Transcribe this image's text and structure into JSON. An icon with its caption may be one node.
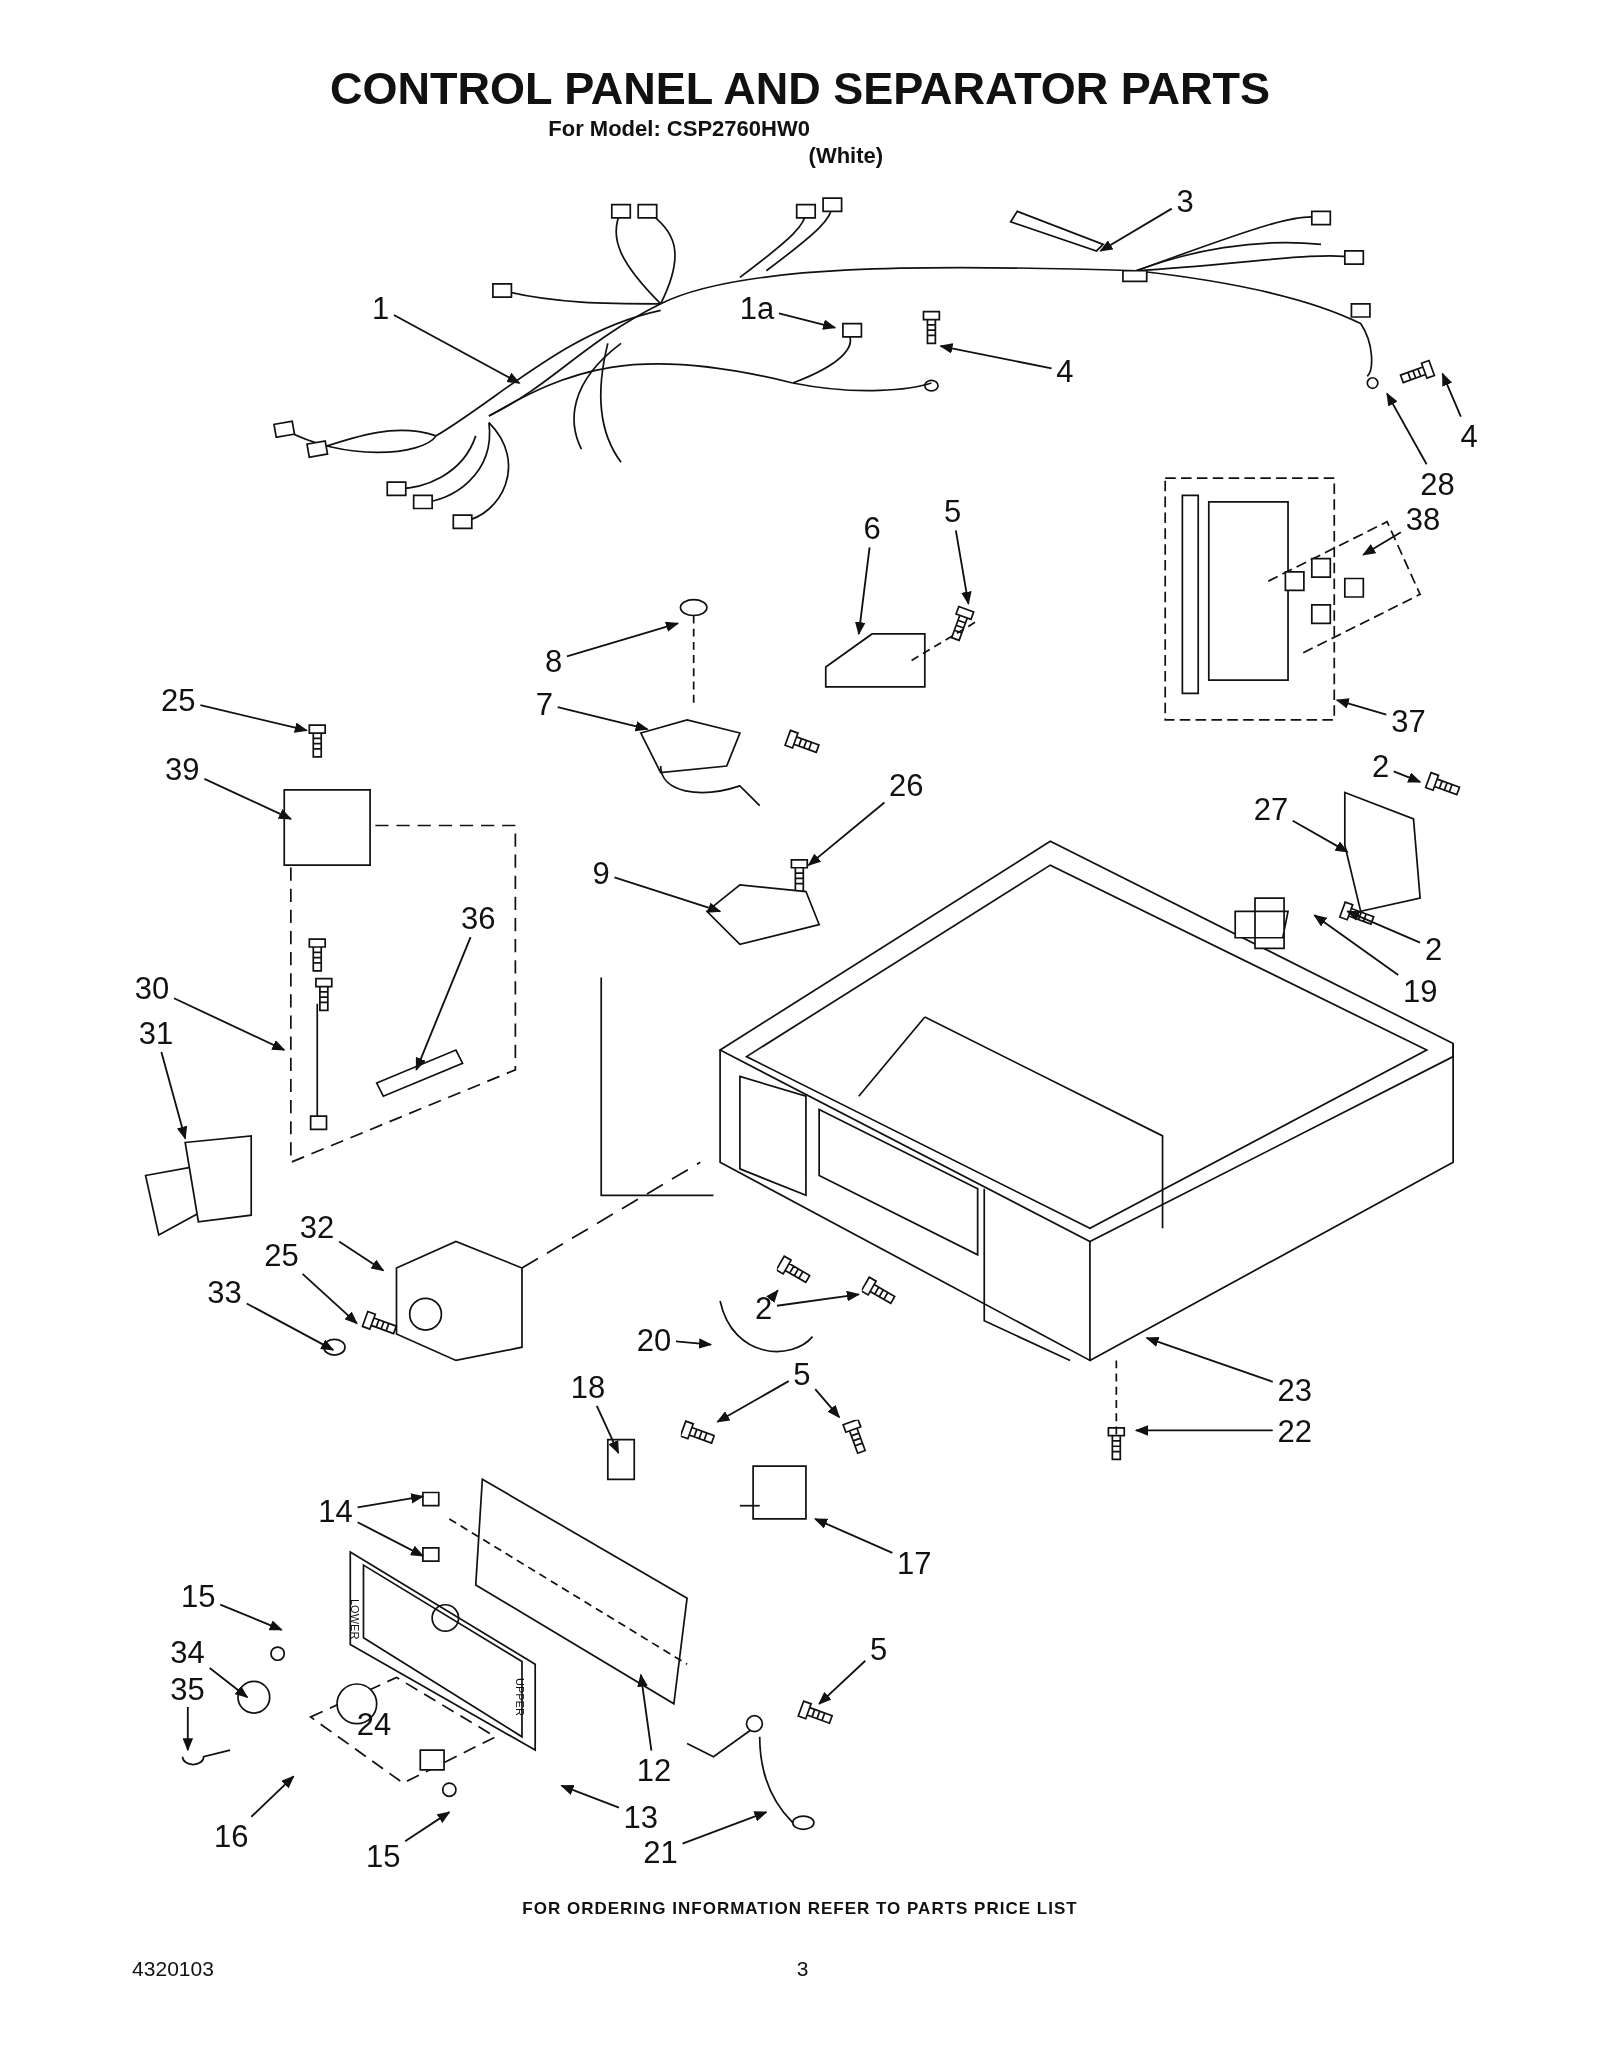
{
  "diagram": {
    "title": "CONTROL PANEL AND SEPARATOR PARTS",
    "nodes": [
      {
        "text": [
          "1"
        ]
      },
      {
        "text": [
          "3"
        ]
      },
      {
        "text": [
          "1a"
        ]
      },
      {
        "text": [
          "4"
        ]
      },
      {
        "text": [
          "4"
        ]
      },
      {
        "text": [
          "28"
        ]
      },
      {
        "text": [
          "5"
        ]
      },
      {
        "text": [
          "38"
        ]
      },
      {
        "text": [
          "6"
        ]
      },
      {
        "text": [
          "8"
        ]
      },
      {
        "text": [
          "25"
        ]
      },
      {
        "text": [
          "7"
        ]
      },
      {
        "text": [
          "37"
        ]
      },
      {
        "text": [
          "2"
        ]
      },
      {
        "text": [
          "39"
        ]
      },
      {
        "text": [
          "26"
        ]
      },
      {
        "text": [
          "27"
        ]
      },
      {
        "text": [
          "9"
        ]
      },
      {
        "text": [
          "36"
        ]
      },
      {
        "text": [
          "2"
        ]
      },
      {
        "text": [
          "30"
        ]
      },
      {
        "text": [
          "19"
        ]
      },
      {
        "text": [
          "31"
        ]
      },
      {
        "text": [
          "32"
        ]
      },
      {
        "text": [
          "25"
        ]
      },
      {
        "text": [
          "33"
        ]
      },
      {
        "text": [
          "2"
        ]
      },
      {
        "text": [
          "20"
        ]
      },
      {
        "text": [
          "5"
        ]
      },
      {
        "text": [
          "23"
        ]
      },
      {
        "text": [
          "18"
        ]
      },
      {
        "text": [
          "22"
        ]
      },
      {
        "text": [
          "14"
        ]
      },
      {
        "text": [
          "17"
        ]
      },
      {
        "text": [
          "15"
        ]
      },
      {
        "text": [
          "34"
        ]
      },
      {
        "text": [
          "5"
        ]
      },
      {
        "text": [
          "35"
        ]
      },
      {
        "text": [
          "24"
        ]
      },
      {
        "text": [
          "12"
        ]
      },
      {
        "text": [
          "13"
        ]
      },
      {
        "text": [
          "16"
        ]
      },
      {
        "text": [
          "15"
        ]
      },
      {
        "text": [
          "21"
        ]
      },
      {
        "text": [],
        "shape": "screw"
      },
      {
        "text": [],
        "shape": "screw"
      },
      {
        "text": [],
        "shape": "screw"
      },
      {
        "text": [],
        "shape": "screw"
      }
    ],
    "edges": [
      {
        "from": 0,
        "to": null,
        "arrow": "to"
      },
      {
        "from": 1,
        "to": null,
        "arrow": "to"
      },
      {
        "from": 2,
        "to": null,
        "arrow": "to"
      },
      {
        "from": 3,
        "to": null,
        "arrow": "to"
      },
      {
        "from": 4,
        "to": null,
        "arrow": "to"
      },
      {
        "from": 5,
        "to": null,
        "arrow": "to"
      },
      {
        "from": 6,
        "to": null,
        "arrow": "to"
      },
      {
        "from": 7,
        "to": null,
        "arrow": "to"
      },
      {
        "from": 8,
        "to": null,
        "arrow": "to"
      },
      {
        "from": 9,
        "to": null,
        "arrow": "to"
      },
      {
        "from": 10,
        "to": null,
        "arrow": "to"
      },
      {
        "from": 11,
        "to": null,
        "arrow": "to"
      },
      {
        "from": 12,
        "to": null,
        "arrow": "to"
      },
      {
        "from": 13,
        "to": null,
        "arrow": "to"
      },
      {
        "from": 14,
        "to": null,
        "arrow": "to"
      },
      {
        "from": 15,
        "to": null,
        "arrow": "to"
      },
      {
        "from": 16,
        "to": null,
        "arrow": "to"
      },
      {
        "from": 17,
        "to": null,
        "arrow": "to"
      },
      {
        "from": 18,
        "to": null,
        "arrow": "to"
      },
      {
        "from": 19,
        "to": null,
        "arrow": "to"
      },
      {
        "from": 20,
        "to": null,
        "arrow": "to"
      },
      {
        "from": 21,
        "to": null,
        "arrow": "to"
      },
      {
        "from": 22,
        "to": null,
        "arrow": "to"
      },
      {
        "from": 23,
        "to": null,
        "arrow": "to"
      },
      {
        "from": 24,
        "to": null,
        "arrow": "to"
      },
      {
        "from": 25,
        "to": null,
        "arrow": "to"
      },
      {
        "from": 26,
        "to": 44,
        "arrow": "to"
      },
      {
        "from": 26,
        "to": 45,
        "arrow": "to"
      },
      {
        "from": 27,
        "to": null,
        "arrow": "to"
      },
      {
        "from": 28,
        "to": 46,
        "arrow": "to"
      },
      {
        "from": 28,
        "to": 47,
        "arrow": "to"
      },
      {
        "from": 29,
        "to": null,
        "arrow": "to"
      },
      {
        "from": 30,
        "to": null,
        "arrow": "to"
      },
      {
        "from": 31,
        "to": null,
        "arrow": "to"
      },
      {
        "from": 32,
        "to": null,
        "arrow": "to"
      },
      {
        "from": 32,
        "to": null,
        "arrow": "to"
      },
      {
        "from": 33,
        "to": null,
        "arrow": "to"
      },
      {
        "from": 34,
        "to": null,
        "arrow": "to"
      },
      {
        "from": 35,
        "to": null,
        "arrow": "to"
      },
      {
        "from": 36,
        "to": null,
        "arrow": "to"
      },
      {
        "from": 37,
        "to": null,
        "arrow": "to"
      },
      {
        "from": 39,
        "to": null,
        "arrow": "to"
      },
      {
        "from": 40,
        "to": null,
        "arrow": "to"
      },
      {
        "from": 41,
        "to": null,
        "arrow": "to"
      },
      {
        "from": 42,
        "to": null,
        "arrow": "to"
      },
      {
        "from": 43,
        "to": null,
        "arrow": "to"
      }
    ],
    "labels": [
      "For Model: CSP2760HW0",
      "(White)",
      "LOWER",
      "UPPER",
      "FOR ORDERING INFORMATION REFER TO PARTS PRICE LIST",
      "4320103",
      "3"
    ]
  }
}
